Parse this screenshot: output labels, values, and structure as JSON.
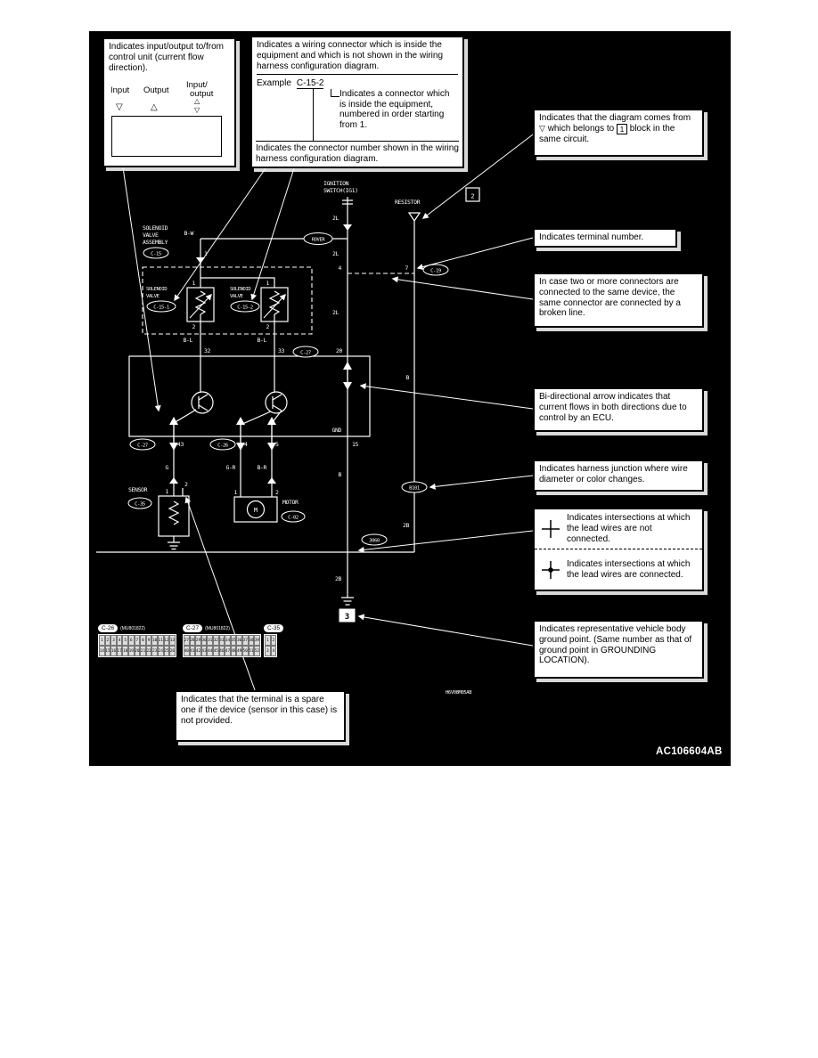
{
  "figure": {
    "code": "H6V08M05AB",
    "number": "AC106604AB"
  },
  "callouts": {
    "io": {
      "text": "Indicates input/output to/from control unit (current flow direction).",
      "input": "Input",
      "output": "Output",
      "io_line1": "Input/",
      "io_line2": "output",
      "sym_in": "▽",
      "sym_out": "△",
      "sym_io_top": "△",
      "sym_io_bot": "▽"
    },
    "inside": {
      "p1": "Indicates a wiring connector which is inside the equipment and which is not shown in the wiring harness configuration diagram.",
      "example_label": "Example",
      "example_value": "C-15-2",
      "note": "Indicates a connector which is inside the equipment, numbered in order starting from 1.",
      "p2": "Indicates the connector number shown in the wiring harness configuration diagram."
    },
    "from_block": {
      "t1": "Indicates that the diagram comes from",
      "sym": "▽",
      "t2": "which belongs to",
      "block": "1",
      "t3": "block in the same circuit."
    },
    "terminal": {
      "text": "Indicates terminal number."
    },
    "broken": {
      "text": "In case two or more connectors are connected to the same device, the same connector are connected by a broken line."
    },
    "bidir": {
      "text": "Bi-directional arrow indicates that current flows in both directions due to control by an ECU."
    },
    "junction": {
      "text": "Indicates harness junction where wire diameter or color changes."
    },
    "cross_nc": {
      "text": "Indicates intersections at which the lead wires are not connected."
    },
    "cross_c": {
      "text": "Indicates intersections at which the lead wires are connected."
    },
    "ground": {
      "text": "Indicates representative vehicle body ground point. (Same number as that of ground point in GROUNDING LOCATION)."
    },
    "spare": {
      "text": "Indicates that the terminal is a spare one if the device (sensor in this case) is not provided."
    }
  },
  "diagram": {
    "ignition_l1": "IGNITION",
    "ignition_l2": "SWITCH(IG1)",
    "resistor": "RESISTOR",
    "block2": "2",
    "ground3": "3",
    "oval_top": "ROVER",
    "oval_c19": "C-19",
    "oval_c15": "C-15",
    "oval_c15_1": "C-15-1",
    "oval_c15_2": "C-15-2",
    "oval_c27_top": "C-27",
    "oval_c27_bot": "C-27",
    "oval_c26": "C-26",
    "oval_c35": "C-35",
    "oval_c02": "C-02",
    "oval_b101": "B101",
    "oval_3060": "3060",
    "sol_assy_l1": "SOLENOID",
    "sol_assy_l2": "VALVE",
    "sol_assy_l3": "ASSEMBLY",
    "sol1_l1": "SOLENOID",
    "sol1_l2": "VALVE",
    "sol2_l1": "SOLENOID",
    "sol2_l2": "VALVE",
    "sensor": "SENSOR",
    "motor": "MOTOR",
    "motor_m": "M",
    "gnd": "GND",
    "w_2l_1": "2L",
    "w_2l_2": "2L",
    "w_2l_3": "2L",
    "w_bw": "B-W",
    "w_bl_1": "B-L",
    "w_bl_2": "B-L",
    "w_g": "G",
    "w_gr": "G-R",
    "w_br": "B-R",
    "w_b": "B",
    "w_b_r": "B",
    "w_2b_1": "2B",
    "w_2b_2": "2B",
    "t_top1": "1",
    "t_s1_1": "1",
    "t_s1_2": "2",
    "t_s2_1": "1",
    "t_s2_2": "2",
    "t_4": "4",
    "t_7": "7",
    "t_20": "20",
    "t_32": "32",
    "t_33": "33",
    "t_43": "43",
    "t_b4": "4",
    "t_b5": "5",
    "t_15": "15",
    "t_sen1": "1",
    "t_sen2": "2",
    "t_mot1": "1",
    "t_mot2": "2"
  },
  "connectors": {
    "c26": {
      "label": "C-26",
      "part": "(MU801822)",
      "rows": [
        [
          "1",
          "2",
          "3",
          "4",
          "5",
          "6",
          "7",
          "8",
          "9",
          "10",
          "11",
          "12",
          "13"
        ],
        [
          "14",
          "15",
          "16",
          "17",
          "18",
          "19",
          "20",
          "21",
          "22",
          "23",
          "24",
          "25",
          "26"
        ]
      ]
    },
    "c27": {
      "label": "C-27",
      "part": "(MU801822)",
      "rows": [
        [
          "27",
          "28",
          "29",
          "30",
          "31",
          "32",
          "33",
          "34",
          "35",
          "36",
          "37",
          "38",
          "39"
        ],
        [
          "40",
          "41",
          "42",
          "43",
          "44",
          "45",
          "46",
          "47",
          "48",
          "49",
          "50",
          "51",
          "52"
        ]
      ]
    },
    "c35": {
      "label": "C-35",
      "part": "",
      "rows": [
        [
          "1",
          "2"
        ],
        [
          "3",
          "4"
        ]
      ]
    }
  }
}
